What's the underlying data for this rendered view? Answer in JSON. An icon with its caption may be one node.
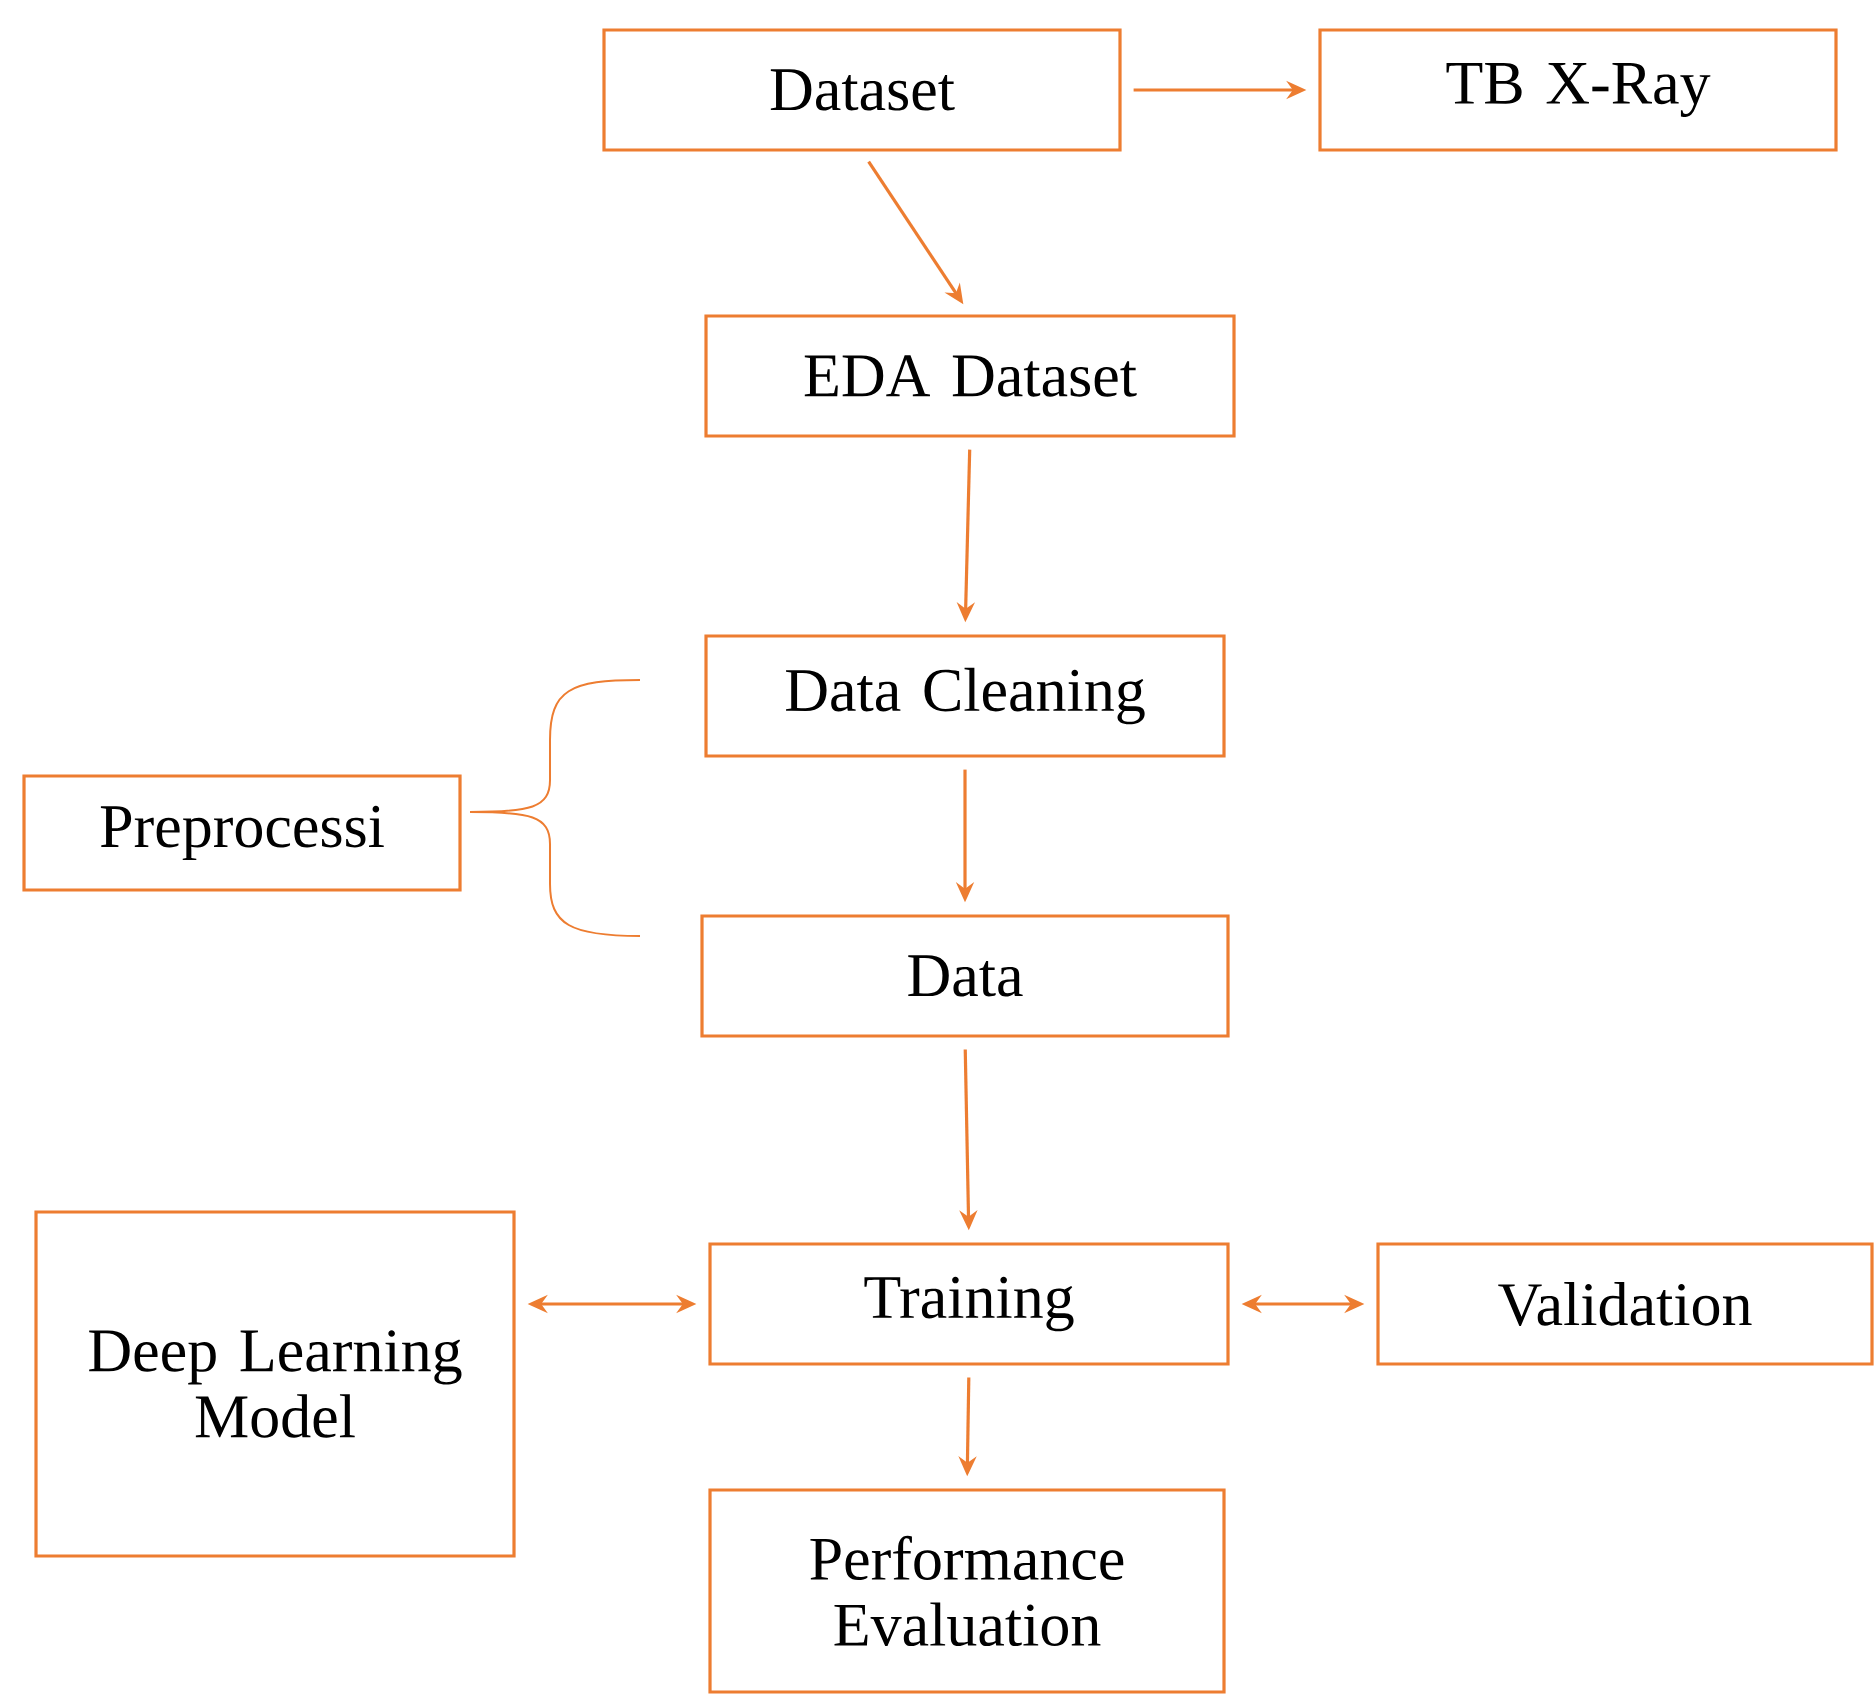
{
  "diagram": {
    "nodes": [
      {
        "text": [
          "Dataset"
        ]
      },
      {
        "text": [
          "TB X-Ray"
        ]
      },
      {
        "text": [
          "EDA Dataset"
        ]
      },
      {
        "text": [
          "Data Cleaning"
        ]
      },
      {
        "text": [
          "Preprocessi"
        ]
      },
      {
        "text": [
          "Data"
        ]
      },
      {
        "text": [
          "Deep Learning Model"
        ]
      },
      {
        "text": [
          "Training"
        ]
      },
      {
        "text": [
          "Validation"
        ]
      },
      {
        "text": [
          "Performance Evaluation"
        ]
      }
    ],
    "edges": [
      {
        "from": 0,
        "to": 1,
        "arrow": "to"
      },
      {
        "from": 0,
        "to": 2,
        "arrow": "to"
      },
      {
        "from": 2,
        "to": 3,
        "arrow": "to"
      },
      {
        "from": 3,
        "to": 5,
        "arrow": "to"
      },
      {
        "from": 5,
        "to": 7,
        "arrow": "to"
      },
      {
        "from": 7,
        "to": 6,
        "arrow": "both"
      },
      {
        "from": 7,
        "to": 8,
        "arrow": "both"
      },
      {
        "from": 7,
        "to": 9,
        "arrow": "to"
      }
    ]
  }
}
